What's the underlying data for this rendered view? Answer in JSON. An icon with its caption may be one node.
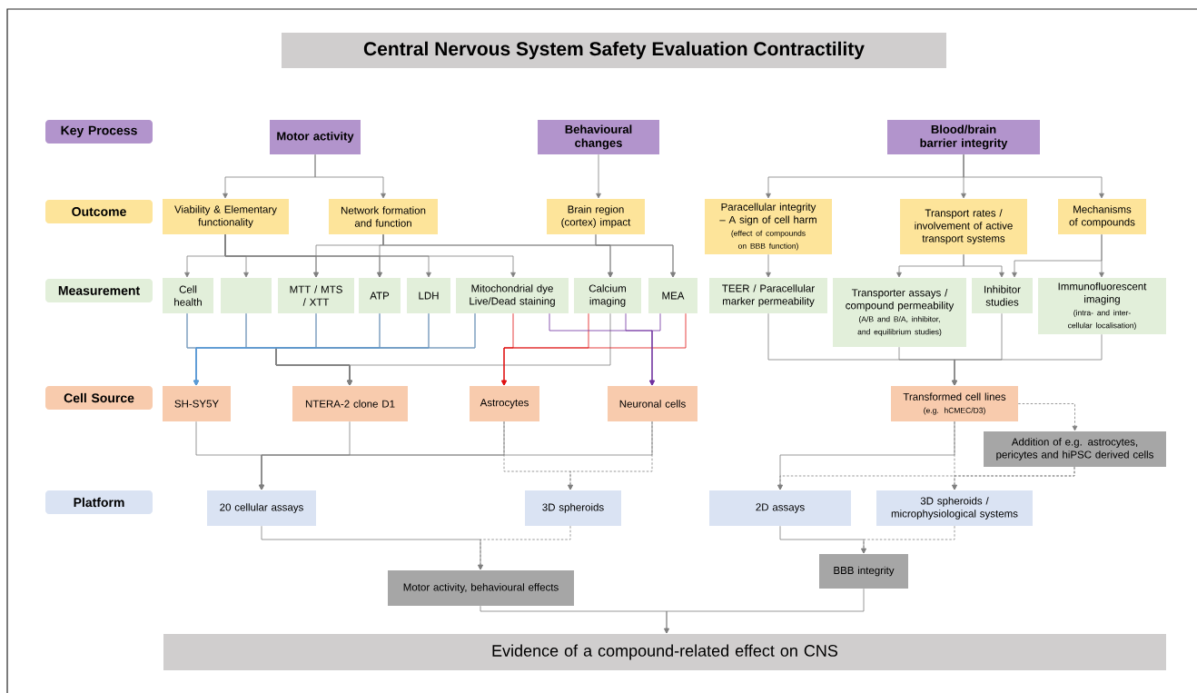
{
  "diagram": {
    "title": "Central Nervous System Safety Evaluation Contractility",
    "nodes": [
      {
        "text": [
          "Key Process"
        ]
      },
      {
        "text": [
          "Motor activity"
        ]
      },
      {
        "text": [
          "Behavioural changes"
        ]
      },
      {
        "text": [
          "Blood/brain barrier integrity"
        ]
      },
      {
        "text": [
          "Outcome"
        ]
      },
      {
        "text": [
          "Viability & Elementary functionality"
        ]
      },
      {
        "text": [
          "Network formation and function"
        ]
      },
      {
        "text": [
          "Brain region (cortex) impact"
        ]
      },
      {
        "text": [
          "Paracellular integrity – A sign of cell harm",
          "(effect of compounds on BBB function)"
        ]
      },
      {
        "text": [
          "Transport rates / involvement of active transport systems"
        ]
      },
      {
        "text": [
          "Mechanisms of compounds"
        ]
      },
      {
        "text": [
          "Measurement"
        ]
      },
      {
        "text": [
          "Cell health"
        ]
      },
      {
        "text": [],
        "shape": "box"
      },
      {
        "text": [
          "MTT / MTS / XTT"
        ]
      },
      {
        "text": [
          "ATP"
        ]
      },
      {
        "text": [
          "LDH"
        ]
      },
      {
        "text": [
          "Mitochondrial dye Live/Dead staining"
        ]
      },
      {
        "text": [
          "Calcium imaging"
        ]
      },
      {
        "text": [
          "MEA"
        ]
      },
      {
        "text": [
          "TEER / Paracellular marker permeability"
        ]
      },
      {
        "text": [
          "Transporter assays / compound permeability",
          "(A/B and B/A, inhibitor, and equilibrium studies)"
        ]
      },
      {
        "text": [
          "Inhibitor studies"
        ]
      },
      {
        "text": [
          "Immunofluorescent imaging",
          "(intra- and inter-cellular localisation)"
        ]
      },
      {
        "text": [
          "Cell Source"
        ]
      },
      {
        "text": [
          "SH-SY5Y"
        ]
      },
      {
        "text": [
          "NTERA-2 clone D1"
        ]
      },
      {
        "text": [
          "Astrocytes"
        ]
      },
      {
        "text": [
          "Neuronal cells"
        ]
      },
      {
        "text": [
          "Transformed cell lines",
          "(e.g. hCMEC/D3)"
        ]
      },
      {
        "text": [
          "Addition of e.g. astrocytes, pericytes and hiPSC derived cells"
        ]
      },
      {
        "text": [
          "Platform"
        ]
      },
      {
        "text": [
          "20 cellular assays"
        ]
      },
      {
        "text": [
          "3D spheroids"
        ]
      },
      {
        "text": [
          "2D assays"
        ]
      },
      {
        "text": [
          "3D spheroids / microphysiological systems"
        ]
      },
      {
        "text": [
          "Motor activity, behavioural effects"
        ]
      },
      {
        "text": [
          "BBB integrity"
        ]
      },
      {
        "text": [
          "Evidence of a compound-related effect on CNS"
        ]
      }
    ],
    "edges": [
      {
        "from": 1,
        "to": 5,
        "arrow": "to"
      },
      {
        "from": 1,
        "to": 6,
        "arrow": "to"
      },
      {
        "from": 2,
        "to": 7,
        "arrow": "to"
      },
      {
        "from": 3,
        "to": 8,
        "arrow": "to"
      },
      {
        "from": 3,
        "to": 9,
        "arrow": "to"
      },
      {
        "from": 3,
        "to": 10,
        "arrow": "to"
      },
      {
        "from": 5,
        "to": 12,
        "arrow": "to"
      },
      {
        "from": 5,
        "to": 13,
        "arrow": "to"
      },
      {
        "from": 5,
        "to": 14,
        "arrow": "to"
      },
      {
        "from": 5,
        "to": 15,
        "arrow": "to"
      },
      {
        "from": 5,
        "to": 16,
        "arrow": "to"
      },
      {
        "from": 5,
        "to": 17,
        "arrow": "to"
      },
      {
        "from": 6,
        "to": 14,
        "arrow": "to"
      },
      {
        "from": 6,
        "to": 15,
        "arrow": "to"
      },
      {
        "from": 6,
        "to": 18,
        "arrow": "to"
      },
      {
        "from": 6,
        "to": 19,
        "arrow": "to"
      },
      {
        "from": 7,
        "to": 18,
        "arrow": "to"
      },
      {
        "from": 7,
        "to": 19,
        "arrow": "to"
      },
      {
        "from": 8,
        "to": 20,
        "arrow": "to"
      },
      {
        "from": 9,
        "to": 21,
        "arrow": "to"
      },
      {
        "from": 9,
        "to": 22,
        "arrow": "to"
      },
      {
        "from": 10,
        "to": 22,
        "arrow": "to"
      },
      {
        "from": 10,
        "to": 23,
        "arrow": "to"
      },
      {
        "from": 12,
        "to": 26,
        "arrow": "to"
      },
      {
        "from": 13,
        "to": 26,
        "arrow": "to"
      },
      {
        "from": 14,
        "to": 26,
        "arrow": "to"
      },
      {
        "from": 15,
        "to": 26,
        "arrow": "to"
      },
      {
        "from": 16,
        "to": 26,
        "arrow": "to"
      },
      {
        "from": 17,
        "to": 26,
        "arrow": "to"
      },
      {
        "from": 18,
        "to": 26,
        "arrow": "to"
      },
      {
        "from": 12,
        "to": 25,
        "arrow": "to",
        "color": "#5b9bd5"
      },
      {
        "from": 13,
        "to": 25,
        "arrow": "to",
        "color": "#5b9bd5"
      },
      {
        "from": 14,
        "to": 25,
        "arrow": "to",
        "color": "#5b9bd5"
      },
      {
        "from": 15,
        "to": 25,
        "arrow": "to",
        "color": "#5b9bd5"
      },
      {
        "from": 16,
        "to": 25,
        "arrow": "to",
        "color": "#5b9bd5"
      },
      {
        "from": 17,
        "to": 25,
        "arrow": "to",
        "color": "#5b9bd5"
      },
      {
        "from": 17,
        "to": 27,
        "arrow": "to",
        "color": "#e01010"
      },
      {
        "from": 18,
        "to": 27,
        "arrow": "to",
        "color": "#e01010"
      },
      {
        "from": 19,
        "to": 27,
        "arrow": "to",
        "color": "#e01010"
      },
      {
        "from": 17,
        "to": 28,
        "arrow": "to",
        "color": "#7030a0"
      },
      {
        "from": 18,
        "to": 28,
        "arrow": "to",
        "color": "#7030a0"
      },
      {
        "from": 19,
        "to": 28,
        "arrow": "to",
        "color": "#7030a0"
      },
      {
        "from": 20,
        "to": 29,
        "arrow": "to"
      },
      {
        "from": 21,
        "to": 29,
        "arrow": "to"
      },
      {
        "from": 22,
        "to": 29,
        "arrow": "to"
      },
      {
        "from": 23,
        "to": 29,
        "arrow": "to"
      },
      {
        "from": 29,
        "to": 30,
        "arrow": "to",
        "style": "dashed"
      },
      {
        "from": 29,
        "to": 34,
        "arrow": "to"
      },
      {
        "from": 29,
        "to": 35,
        "arrow": "to",
        "style": "dashed"
      },
      {
        "from": 30,
        "to": 34,
        "arrow": "to",
        "style": "dashed"
      },
      {
        "from": 30,
        "to": 35,
        "arrow": "to",
        "style": "dashed"
      },
      {
        "from": 25,
        "to": 32,
        "arrow": "to"
      },
      {
        "from": 26,
        "to": 32,
        "arrow": "to"
      },
      {
        "from": 27,
        "to": 32,
        "arrow": "to"
      },
      {
        "from": 28,
        "to": 32,
        "arrow": "to"
      },
      {
        "from": 27,
        "to": 33,
        "arrow": "to",
        "style": "dashed"
      },
      {
        "from": 28,
        "to": 33,
        "arrow": "to",
        "style": "dashed"
      },
      {
        "from": 32,
        "to": 36,
        "arrow": "to"
      },
      {
        "from": 33,
        "to": 36,
        "arrow": "to",
        "style": "dashed"
      },
      {
        "from": 34,
        "to": 37,
        "arrow": "to"
      },
      {
        "from": 35,
        "to": 37,
        "arrow": "to",
        "style": "dashed"
      },
      {
        "from": 36,
        "to": 38,
        "arrow": "to"
      },
      {
        "from": 37,
        "to": 38,
        "arrow": "to"
      }
    ]
  }
}
